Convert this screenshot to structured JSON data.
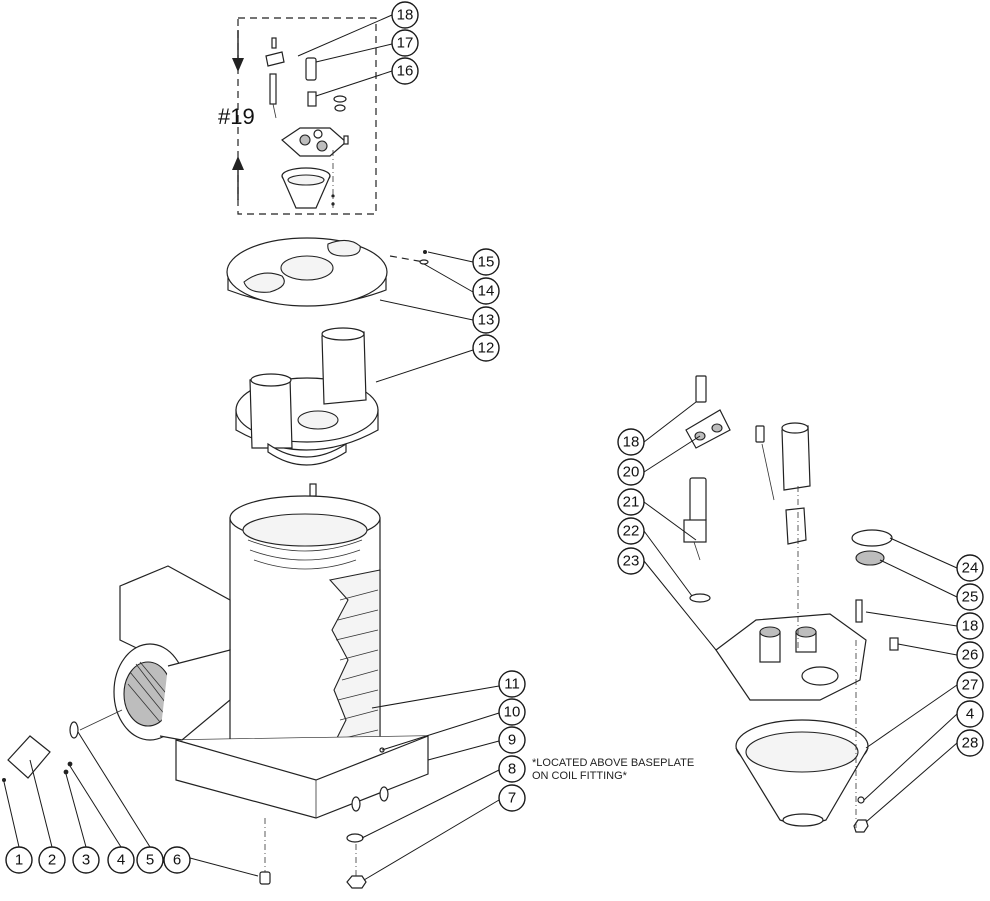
{
  "detail_label": "#19",
  "note_lines": [
    "*LOCATED ABOVE BASEPLATE",
    "ON COIL FITTING*"
  ],
  "callouts": [
    {
      "id": "c1",
      "label": "1"
    },
    {
      "id": "c2",
      "label": "2"
    },
    {
      "id": "c3",
      "label": "3"
    },
    {
      "id": "c4",
      "label": "4"
    },
    {
      "id": "c5",
      "label": "5"
    },
    {
      "id": "c6",
      "label": "6"
    },
    {
      "id": "c7",
      "label": "7"
    },
    {
      "id": "c8",
      "label": "8"
    },
    {
      "id": "c9",
      "label": "9"
    },
    {
      "id": "c10",
      "label": "10"
    },
    {
      "id": "c11",
      "label": "11"
    },
    {
      "id": "c12",
      "label": "12"
    },
    {
      "id": "c13",
      "label": "13"
    },
    {
      "id": "c14",
      "label": "14"
    },
    {
      "id": "c15",
      "label": "15"
    },
    {
      "id": "c16",
      "label": "16"
    },
    {
      "id": "c17",
      "label": "17"
    },
    {
      "id": "c18a",
      "label": "18"
    },
    {
      "id": "c18b",
      "label": "18"
    },
    {
      "id": "c20",
      "label": "20"
    },
    {
      "id": "c21",
      "label": "21"
    },
    {
      "id": "c22",
      "label": "22"
    },
    {
      "id": "c23",
      "label": "23"
    },
    {
      "id": "c24",
      "label": "24"
    },
    {
      "id": "c25",
      "label": "25"
    },
    {
      "id": "c18c",
      "label": "18"
    },
    {
      "id": "c26",
      "label": "26"
    },
    {
      "id": "c27",
      "label": "27"
    },
    {
      "id": "c4b",
      "label": "4"
    },
    {
      "id": "c28",
      "label": "28"
    }
  ]
}
